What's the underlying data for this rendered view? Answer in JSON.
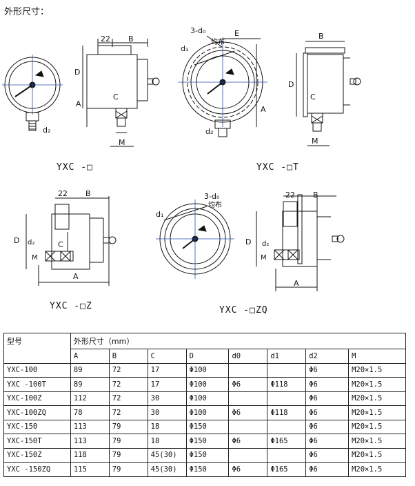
{
  "page_title": "外形尺寸：",
  "figures": [
    {
      "caption": "YXC -□"
    },
    {
      "caption": "YXC -□T"
    },
    {
      "caption": "YXC -□Z"
    },
    {
      "caption": "YXC -□ZQ"
    }
  ],
  "drawing_labels": {
    "d2": "d₂",
    "d1": "d₁",
    "holes": "3-d₀",
    "even": "均布",
    "A": "A",
    "B": "B",
    "C": "C",
    "D": "D",
    "E": "E",
    "M": "M",
    "n22": "22"
  },
  "table": {
    "model_header": "型号",
    "dims_header": "外形尺寸（mm）",
    "columns": [
      "A",
      "B",
      "C",
      "D",
      "d0",
      "d1",
      "d2",
      "M"
    ],
    "rows": [
      {
        "model": "YXC-100",
        "cells": [
          "89",
          "72",
          "17",
          "Φ100",
          "",
          "",
          "Φ6",
          "M20×1.5"
        ]
      },
      {
        "model": "YXC -100T",
        "cells": [
          "89",
          "72",
          "17",
          "Φ100",
          "Φ6",
          "Φ118",
          "Φ6",
          "M20×1.5"
        ]
      },
      {
        "model": "YXC-100Z",
        "cells": [
          "112",
          "72",
          "30",
          "Φ100",
          "",
          "",
          "Φ6",
          "M20×1.5"
        ]
      },
      {
        "model": "YXC-100ZQ",
        "cells": [
          "78",
          "72",
          "30",
          "Φ100",
          "Φ6",
          "Φ118",
          "Φ6",
          "M20×1.5"
        ]
      },
      {
        "model": "YXC-150",
        "cells": [
          "113",
          "79",
          "18",
          "Φ150",
          "",
          "",
          "Φ6",
          "M20×1.5"
        ]
      },
      {
        "model": "YXC-150T",
        "cells": [
          "113",
          "79",
          "18",
          "Φ150",
          "Φ6",
          "Φ165",
          "Φ6",
          "M20×1.5"
        ]
      },
      {
        "model": "YXC-150Z",
        "cells": [
          "118",
          "79",
          "45(30)",
          "Φ150",
          "",
          "",
          "Φ6",
          "M20×1.5"
        ]
      },
      {
        "model": "YXC -150ZQ",
        "cells": [
          "115",
          "79",
          "45(30)",
          "Φ150",
          "Φ6",
          "Φ165",
          "Φ6",
          "M20×1.5"
        ]
      }
    ]
  }
}
